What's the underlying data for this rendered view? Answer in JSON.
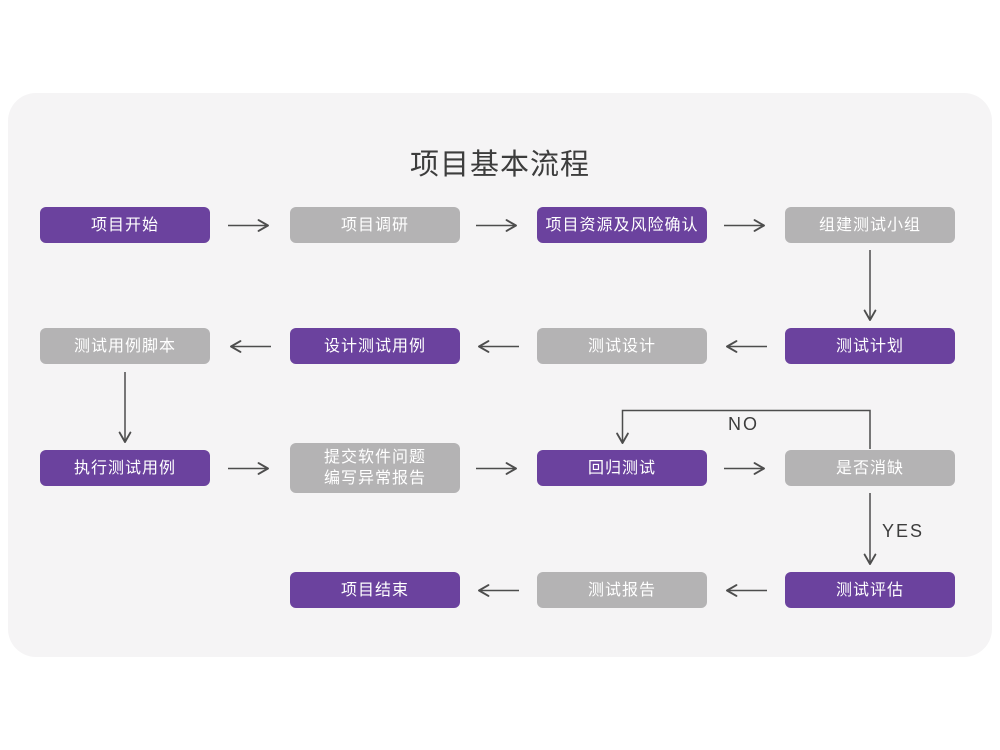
{
  "title": "项目基本流程",
  "colors": {
    "primary_node": "#6B429E",
    "secondary_node": "#B4B3B4",
    "card_background": "#F5F4F5",
    "page_background": "#FFFFFF",
    "arrow": "#4D4D4D",
    "node_text": "#FFFFFF",
    "title_text": "#3D3D3D"
  },
  "branch_labels": {
    "no": "NO",
    "yes": "YES"
  },
  "nodes": {
    "project_start": {
      "label": "项目开始",
      "variant": "primary"
    },
    "project_research": {
      "label": "项目调研",
      "variant": "secondary"
    },
    "resource_risk_confirm": {
      "label": "项目资源及风险确认",
      "variant": "primary"
    },
    "build_test_team": {
      "label": "组建测试小组",
      "variant": "secondary"
    },
    "test_plan": {
      "label": "测试计划",
      "variant": "primary"
    },
    "test_design": {
      "label": "测试设计",
      "variant": "secondary"
    },
    "design_test_cases": {
      "label": "设计测试用例",
      "variant": "primary"
    },
    "test_case_script": {
      "label": "测试用例脚本",
      "variant": "secondary"
    },
    "execute_test_cases": {
      "label": "执行测试用例",
      "variant": "primary"
    },
    "submit_issue_report": {
      "label_lines": [
        "提交软件问题",
        "编写异常报告"
      ],
      "variant": "secondary"
    },
    "regression_test": {
      "label": "回归测试",
      "variant": "primary"
    },
    "defect_cleared": {
      "label": "是否消缺",
      "variant": "secondary"
    },
    "test_evaluation": {
      "label": "测试评估",
      "variant": "primary"
    },
    "test_report": {
      "label": "测试报告",
      "variant": "secondary"
    },
    "project_end": {
      "label": "项目结束",
      "variant": "primary"
    }
  }
}
